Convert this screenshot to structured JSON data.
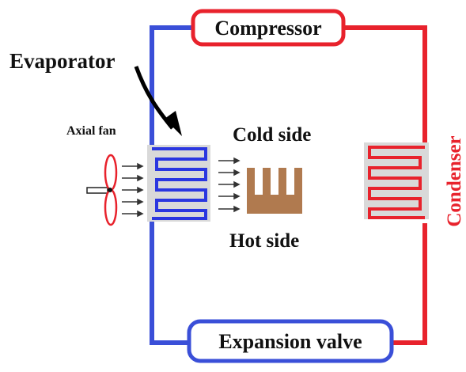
{
  "labels": {
    "compressor": "Compressor",
    "evaporator": "Evaporator",
    "axial_fan": "Axial fan",
    "cold_side": "Cold side",
    "hot_side": "Hot side",
    "condenser": "Condenser",
    "expansion_valve": "Expansion valve"
  },
  "colors": {
    "cold_line": "#3a4fd8",
    "hot_line": "#e8222c",
    "coil_panel": "#d9d9d9",
    "heatsink": "#b07a4f",
    "text": "#111111",
    "condenser_text": "#e8222c"
  }
}
